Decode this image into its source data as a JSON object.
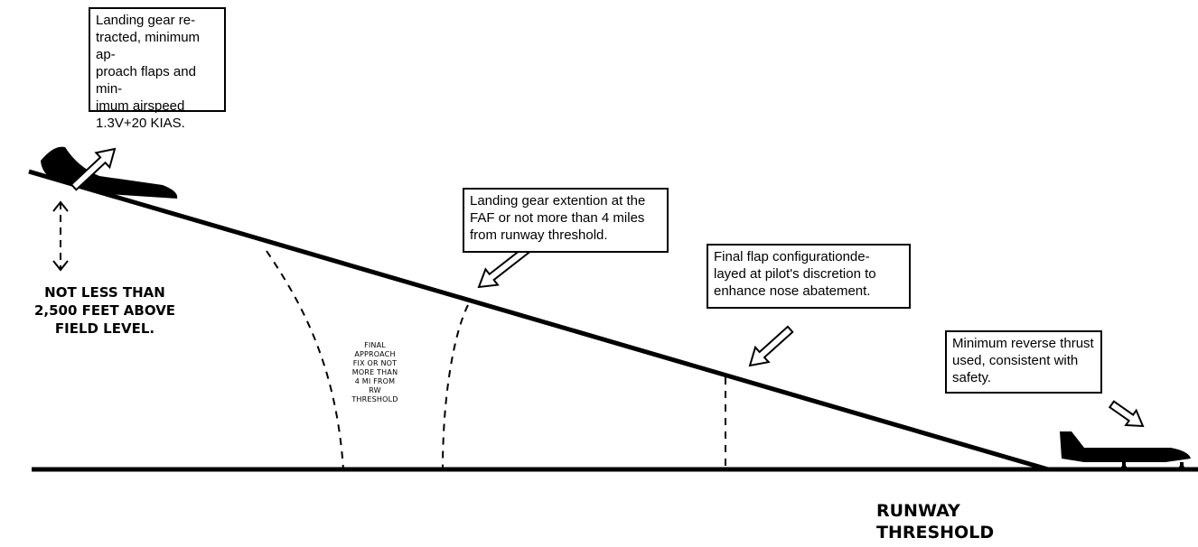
{
  "callouts": {
    "gear_retracted": "Landing gear re-\ntracted, minimum ap-\nproach flaps and min-\nimum airspeed\n1.3V+20 KIAS.",
    "gear_extension": "Landing gear extention at the\nFAF or not more than 4 miles\nfrom runway threshold.",
    "final_flap": "Final flap configurationde-\nlayed at pilot's discretion to\nenhance nose abatement.",
    "reverse_thrust": "Minimum reverse thrust\nused, consistent with\nsafety."
  },
  "labels": {
    "altitude": "NOT LESS THAN\n2,500 FEET ABOVE\nFIELD LEVEL.",
    "final_approach_fix": "FINAL\nAPPROACH\nFIX OR NOT\nMORE THAN\n4 MI FROM\nRW\nTHRESHOLD",
    "runway_threshold": "RUNWAY\nTHRESHOLD"
  },
  "colors": {
    "ink": "#000000",
    "background": "#ffffff"
  }
}
